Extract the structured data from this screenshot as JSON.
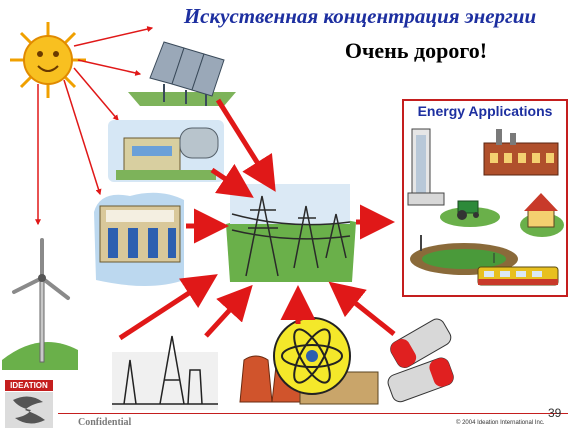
{
  "slide": {
    "title": "Искуственная концентрация энергии",
    "subtitle": "Очень дорого!",
    "number": "39"
  },
  "apps_box": {
    "title": "Energy Applications"
  },
  "footer": {
    "confidential": "Confidential",
    "copyright": "© 2004 Ideation International Inc.",
    "logo_text": "IDEATION"
  },
  "colors": {
    "title": "#1d2fa0",
    "arrow": "#e01818",
    "box_border": "#c41e1e"
  },
  "icons": [
    "sun-icon",
    "solar-panel-icon",
    "power-plant-icon",
    "dam-icon",
    "wind-turbine-icon",
    "power-lines-icon",
    "oil-rig-icon",
    "nuclear-plant-icon",
    "batteries-icon",
    "skyscraper-icon",
    "factory-icon",
    "tractor-icon",
    "house-icon",
    "stadium-icon",
    "tram-icon"
  ]
}
